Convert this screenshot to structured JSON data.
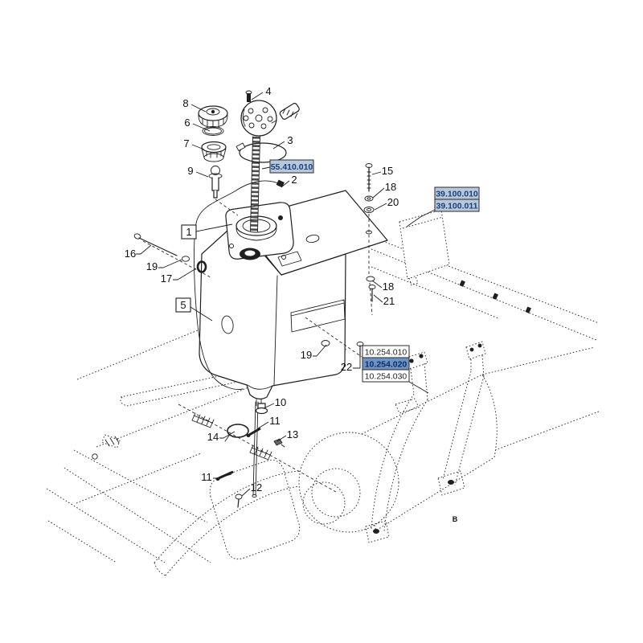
{
  "callouts": {
    "n1": "1",
    "n2": "2",
    "n3": "3",
    "n4": "4",
    "n5": "5",
    "n6": "6",
    "n7": "7",
    "n8": "8",
    "n9": "9",
    "n10": "10",
    "n11": "11",
    "n12": "12",
    "n13": "13",
    "n14": "14",
    "n15": "15",
    "n16": "16",
    "n17": "17",
    "n18": "18",
    "n19": "19",
    "n20": "20",
    "n21": "21",
    "n22": "22"
  },
  "view_label": "B",
  "reference_boxes": {
    "r55410010": {
      "label": "55.410.010",
      "style": "link"
    },
    "r39100010": {
      "label": "39.100.010",
      "style": "link"
    },
    "r39100011": {
      "label": "39.100.011",
      "style": "link"
    },
    "r10254010": {
      "label": "10.254.010",
      "style": "plain"
    },
    "r10254020": {
      "label": "10.254.020",
      "style": "selected"
    },
    "r10254030": {
      "label": "10.254.030",
      "style": "plain"
    }
  },
  "colors": {
    "line": "#1f1f1f",
    "link_box_bg": "#b9c7da",
    "link_box_text": "#17407e",
    "selected_box_bg": "#6e93c2",
    "selected_box_text": "#0c2e67",
    "plain_box_bg": "#ffffff",
    "box_border": "#3c3c3c"
  }
}
